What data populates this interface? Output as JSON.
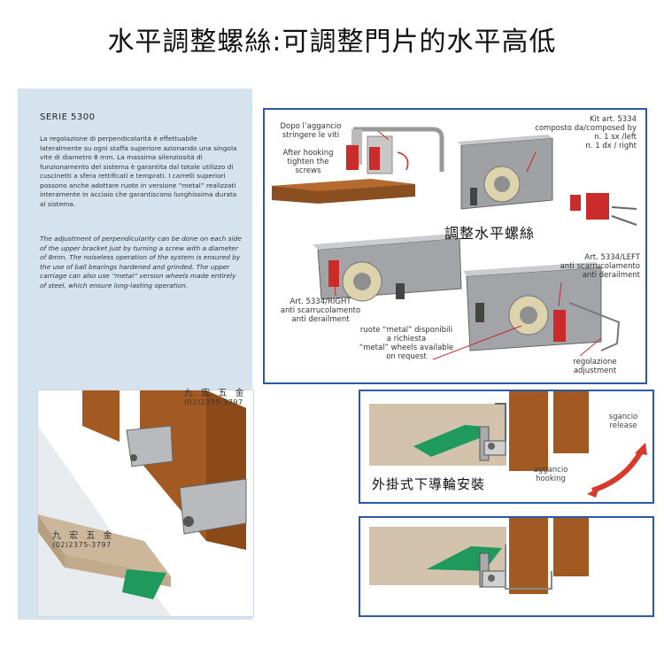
{
  "title": "水平調整螺絲:可調整門片的水平高低",
  "spec": {
    "serie": "SERIE 5300",
    "italian_text": "La regolazione di perpendicolarità è effettuabile lateralmente  su ogni staffa superiore azionando una singola vite di diametro 8 mm. La massima silenziosità di funzionamento del sistema è garantita dal totale utilizzo di  cuscinetti a sfera rettificati e temprati. I carrelli superiori possono anche adottare  ruote in versione “metal” realizzati interamente  in acciaio che garantiscono lunghissima durata al sistema.",
    "english_text": "The adjustment of perpendicularity can be done on each side of the upper bracket just by turning a screw with a diameter of 8mm.  The noiseless operation of the system is ensured by the use of ball bearings hardened and grinded. The upper carriage can also use “metal” version wheels made entirely of steel, which ensure long-lasting operation."
  },
  "figure": {
    "after_hooking": [
      "Dopo l’aggancio",
      "stringere le viti"
    ],
    "after_hooking_en": [
      "After hooking",
      "tighten the",
      "screws"
    ],
    "kit": [
      "Kit art. 5334",
      "composto da/composed by",
      "n. 1 sx /left",
      "n. 1 dx / right"
    ],
    "adjust_label": "調整水平螺絲",
    "left_art": [
      "Art. 5334/LEFT",
      "anti scarrucolamento",
      "anti derailment"
    ],
    "right_art": [
      "Art. 5334/RIGHT",
      "anti scarrucolamento",
      "anti derailment"
    ],
    "metal_note": [
      "ruote “metal” disponibili",
      "a richiesta",
      "“metal” wheels available",
      "on request"
    ],
    "regolazione": [
      "regolazione",
      "adjustment"
    ]
  },
  "watermark": {
    "name": "九 宏 五 金",
    "phone": "(02)2375-3797"
  },
  "rail": {
    "release": [
      "sgancio",
      "release"
    ],
    "hooking": [
      "aggancio",
      "hooking"
    ],
    "install_label": "外掛式下導輪安裝"
  },
  "colors": {
    "accent_blue": "#2b58a8",
    "panel_blue": "#d4e3ee",
    "wood": "#a35a22",
    "green": "#1f9a5c",
    "red": "#c9252b"
  }
}
